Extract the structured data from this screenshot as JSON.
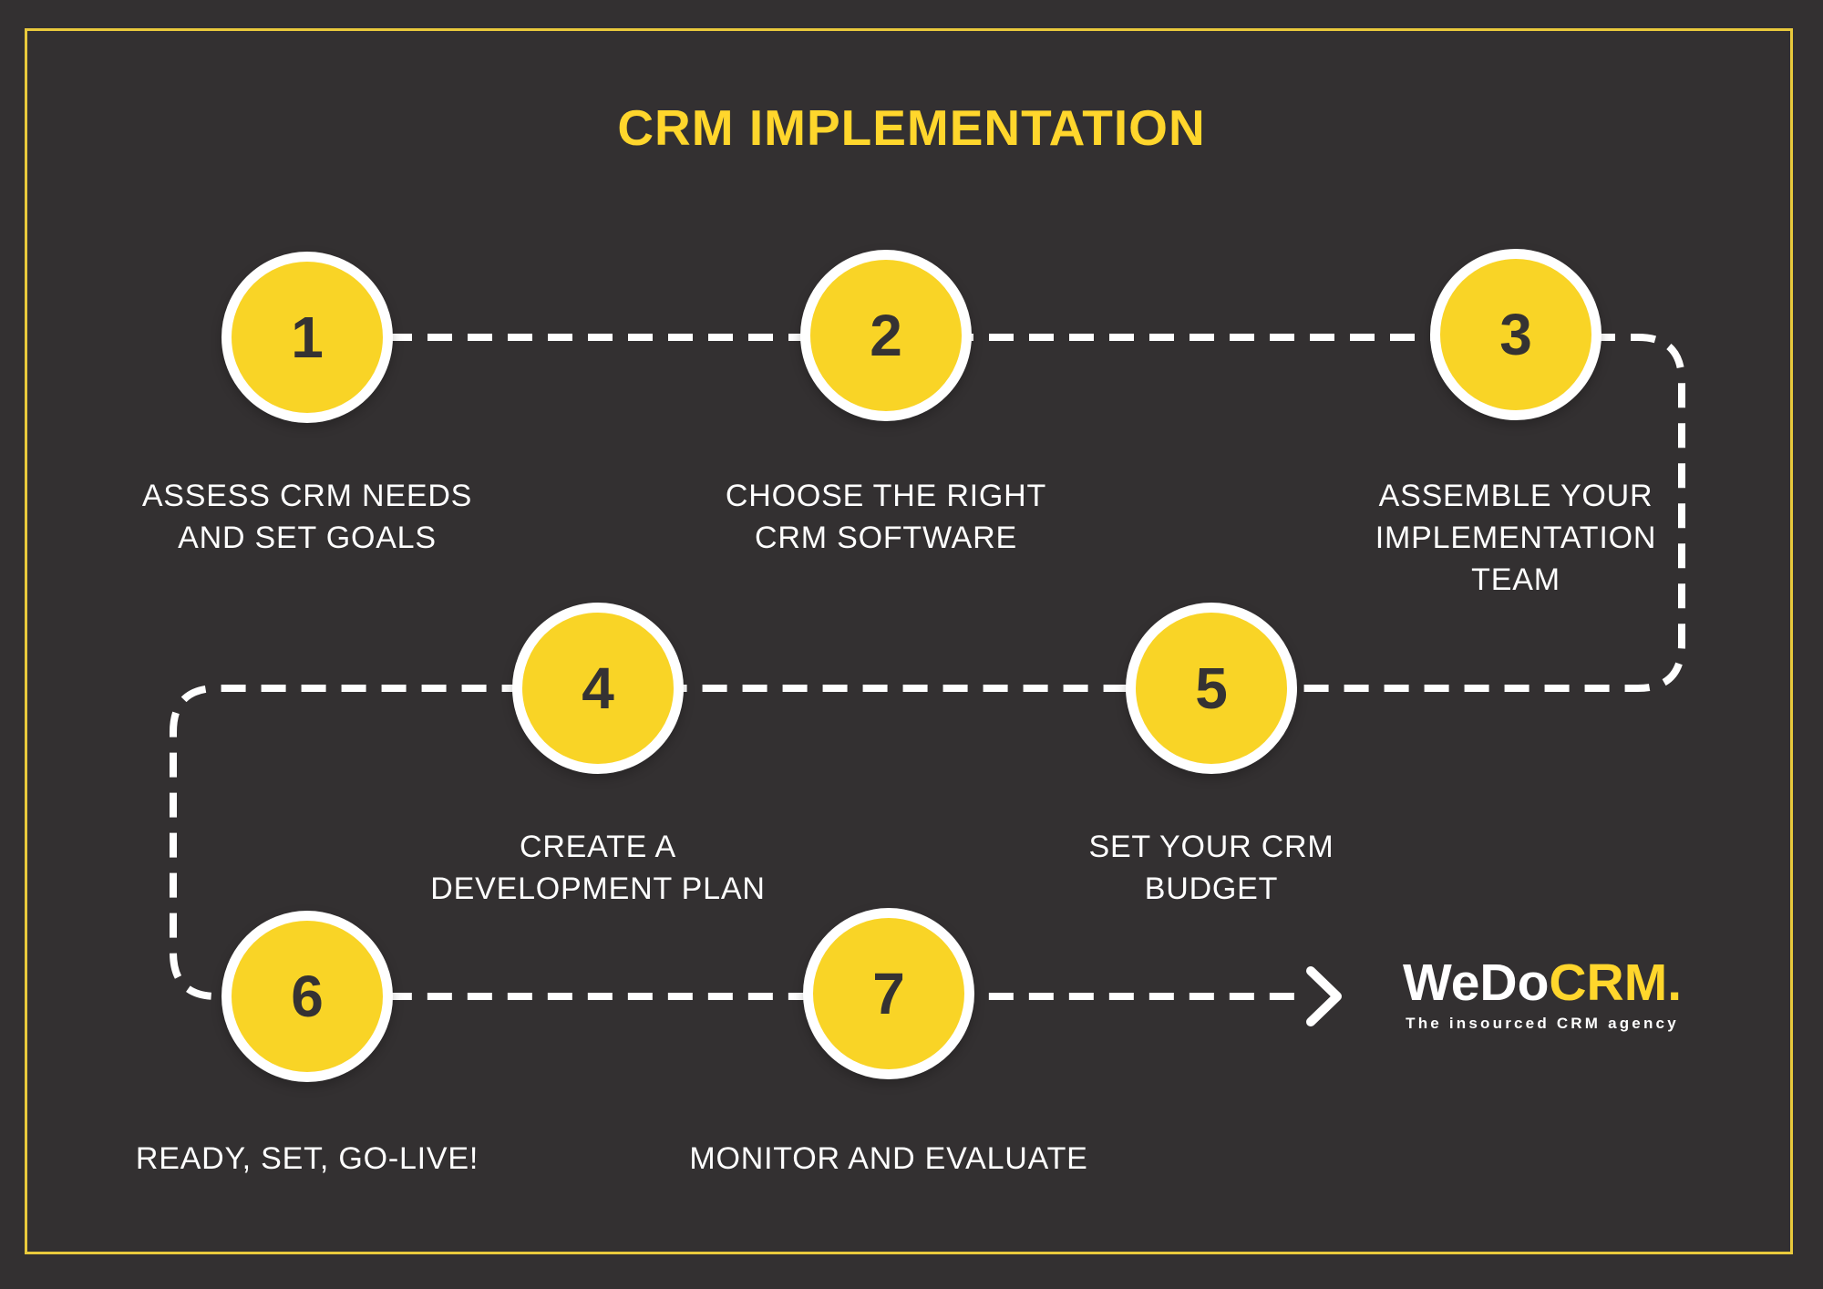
{
  "page": {
    "title": "CRM IMPLEMENTATION",
    "background_color": "#333031",
    "accent_yellow": "#ffd62c",
    "circle_yellow": "#f9d426",
    "frame_border_color": "#e9c93c",
    "connector_color": "#ffffff",
    "number_color": "#353233",
    "label_color": "#ffffff"
  },
  "steps": [
    {
      "number": "1",
      "label": "ASSESS CRM NEEDS\nAND SET GOALS"
    },
    {
      "number": "2",
      "label": "CHOOSE THE RIGHT\nCRM SOFTWARE"
    },
    {
      "number": "3",
      "label": "ASSEMBLE YOUR\nIMPLEMENTATION\nTEAM"
    },
    {
      "number": "4",
      "label": "CREATE A\nDEVELOPMENT PLAN"
    },
    {
      "number": "5",
      "label": "SET YOUR CRM\nBUDGET"
    },
    {
      "number": "6",
      "label": "READY, SET, GO-LIVE!"
    },
    {
      "number": "7",
      "label": "MONITOR AND EVALUATE"
    }
  ],
  "logo": {
    "brand_white": "WeDo",
    "brand_yellow": "CRM.",
    "tagline": "The insourced CRM agency"
  }
}
